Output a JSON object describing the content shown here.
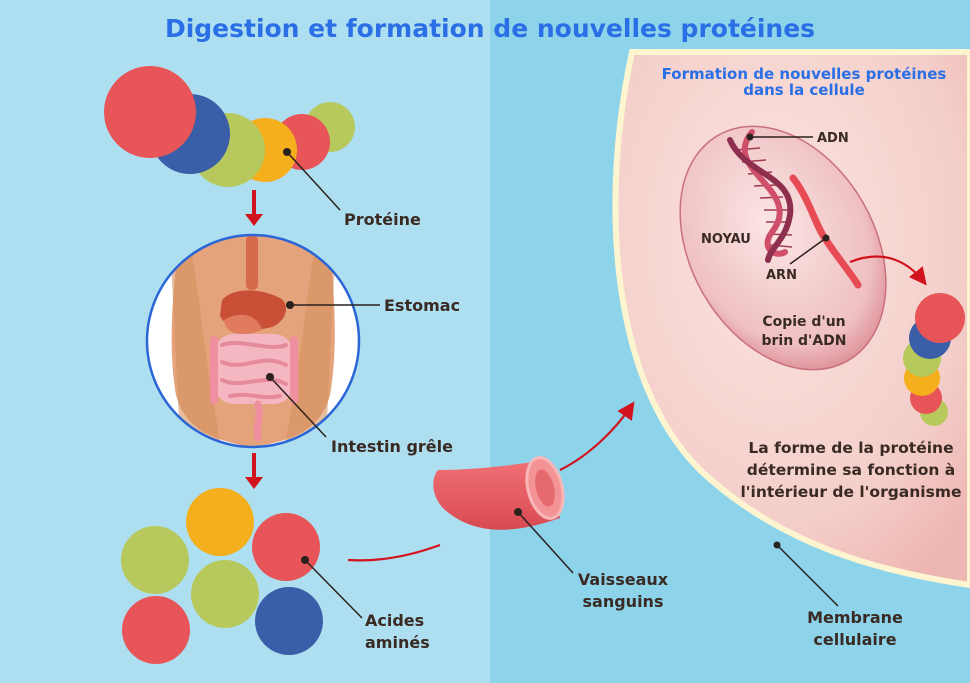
{
  "title": "Digestion et formation de nouvelles protéines",
  "cell_title_line1": "Formation de nouvelles protéines",
  "cell_title_line2": "dans la cellule",
  "labels": {
    "proteine": "Protéine",
    "estomac": "Estomac",
    "intestin": "Intestin grêle",
    "acides_line1": "Acides",
    "acides_line2": "aminés",
    "vaisseaux_line1": "Vaisseaux",
    "vaisseaux_line2": "sanguins",
    "membrane_line1": "Membrane",
    "membrane_line2": "cellulaire",
    "adn": "ADN",
    "noyau": "NOYAU",
    "arn": "ARN",
    "copie_line1": "Copie d'un",
    "copie_line2": "brin d'ADN",
    "forme_line1": "La forme de la protéine",
    "forme_line2": "détermine sa fonction à",
    "forme_line3": "l'intérieur de l'organisme"
  },
  "colors": {
    "title_blue": "#2a6fe6",
    "left_bg": "#aedff0",
    "right_bg": "#8dd3ea",
    "red": "#e85558",
    "blue": "#3a5ea8",
    "green": "#b7c95c",
    "yellow": "#f5ae1c",
    "arrow_red": "#d2121d"
  }
}
